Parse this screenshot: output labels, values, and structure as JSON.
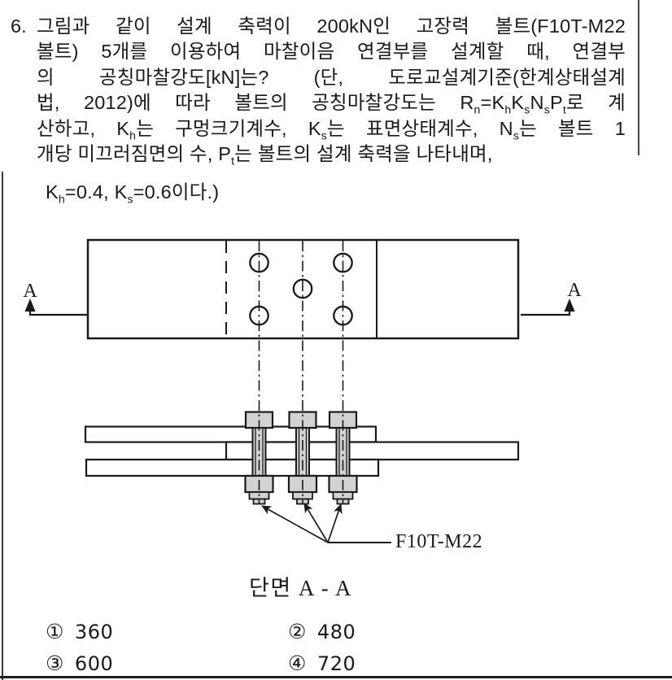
{
  "question": {
    "number": "6.",
    "lines": [
      "그림과 같이 설계 축력이 200kN인 고장력 볼트(F10T-M22",
      "볼트) 5개를 이용하여 마찰이음 연결부를 설계할 때, 연결부",
      "의 공칭마찰강도[kN]는? (단, 도로교설계기준(한계상태설계",
      "법, 2012)에 따라 볼트의 공칭마찰강도는 R_{n}=K_{h}K_{s}N_{s}P_{t}로 계",
      "산하고, K_{h}는 구멍크기계수, K_{s}는 표면상태계수, N_{s}는 볼트 1",
      "개당 미끄러짐면의 수, P_{t}는 볼트의 설계 축력을 나타내며,"
    ],
    "condition_line": "K_{h}=0.4, K_{s}=0.6이다.)"
  },
  "figure": {
    "section_marker_left": "A",
    "section_marker_right": "A",
    "bolt_label": "F10T-M22",
    "caption": "단면 A - A",
    "bolt_count_visible_in_section": 3,
    "bolt_hole_count_in_plan": 5
  },
  "choices": [
    {
      "marker": "①",
      "value": "360"
    },
    {
      "marker": "②",
      "value": "480"
    },
    {
      "marker": "③",
      "value": "600"
    },
    {
      "marker": "④",
      "value": "720"
    }
  ],
  "colors": {
    "background": "#ffffff",
    "line": "#1a1a1a",
    "bolt_fill": "#d2d2d2",
    "scan_border": "#4a4a4a"
  }
}
